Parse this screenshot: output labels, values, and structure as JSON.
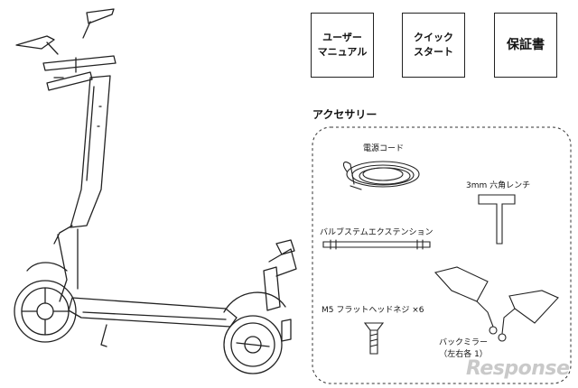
{
  "documents": {
    "user_manual": "ユーザー\nマニュアル",
    "quick_start": "クイック\nスタート",
    "warranty": "保証書"
  },
  "accessories_heading": "アクセサリー",
  "accessories": {
    "power_cord": "電源コード",
    "hex_wrench": "3mm 六角レンチ",
    "valve_extension": "バルブステムエクステンション",
    "screws": "M5 フラットヘッドネジ ×6",
    "mirror_line1": "バックミラー",
    "mirror_line2": "（左右各 1）"
  },
  "watermark": "Response"
}
